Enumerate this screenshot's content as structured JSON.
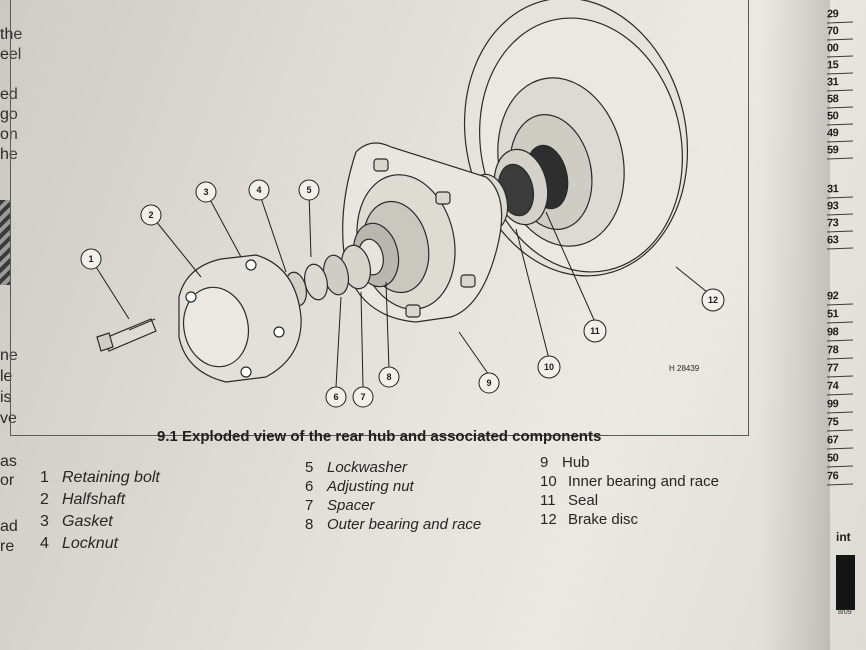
{
  "figure": {
    "caption_number": "9.1",
    "caption_text": "Exploded view of the rear hub and associated components",
    "reference_code": "H 28439",
    "callouts": [
      "1",
      "2",
      "3",
      "4",
      "5",
      "6",
      "7",
      "8",
      "9",
      "10",
      "11",
      "12"
    ]
  },
  "legend": {
    "column1": [
      {
        "num": "1",
        "label": "Retaining bolt"
      },
      {
        "num": "2",
        "label": "Halfshaft"
      },
      {
        "num": "3",
        "label": "Gasket"
      },
      {
        "num": "4",
        "label": "Locknut"
      }
    ],
    "column2": [
      {
        "num": "5",
        "label": "Lockwasher"
      },
      {
        "num": "6",
        "label": "Adjusting nut"
      },
      {
        "num": "7",
        "label": "Spacer"
      },
      {
        "num": "8",
        "label": "Outer bearing and race"
      }
    ],
    "column3": [
      {
        "num": "9",
        "label": "Hub"
      },
      {
        "num": "10",
        "label": "Inner bearing and race"
      },
      {
        "num": "11",
        "label": "Seal"
      },
      {
        "num": "12",
        "label": "Brake disc"
      }
    ]
  },
  "left_margin_fragments": [
    "the",
    "eel",
    "ed",
    "go",
    "on",
    "he",
    "ne",
    "le",
    "is",
    "ve",
    "as",
    "or",
    "ad",
    "re"
  ],
  "index_tab_numbers": [
    "29",
    "70",
    "00",
    "15",
    "31",
    "58",
    "50",
    "49",
    "59",
    "31",
    "93",
    "73",
    "63",
    "92",
    "51",
    "98",
    "78",
    "77",
    "74",
    "99",
    "75",
    "67",
    "50",
    "76"
  ],
  "index_tab_label": "int",
  "index_tab_date": "8/09"
}
